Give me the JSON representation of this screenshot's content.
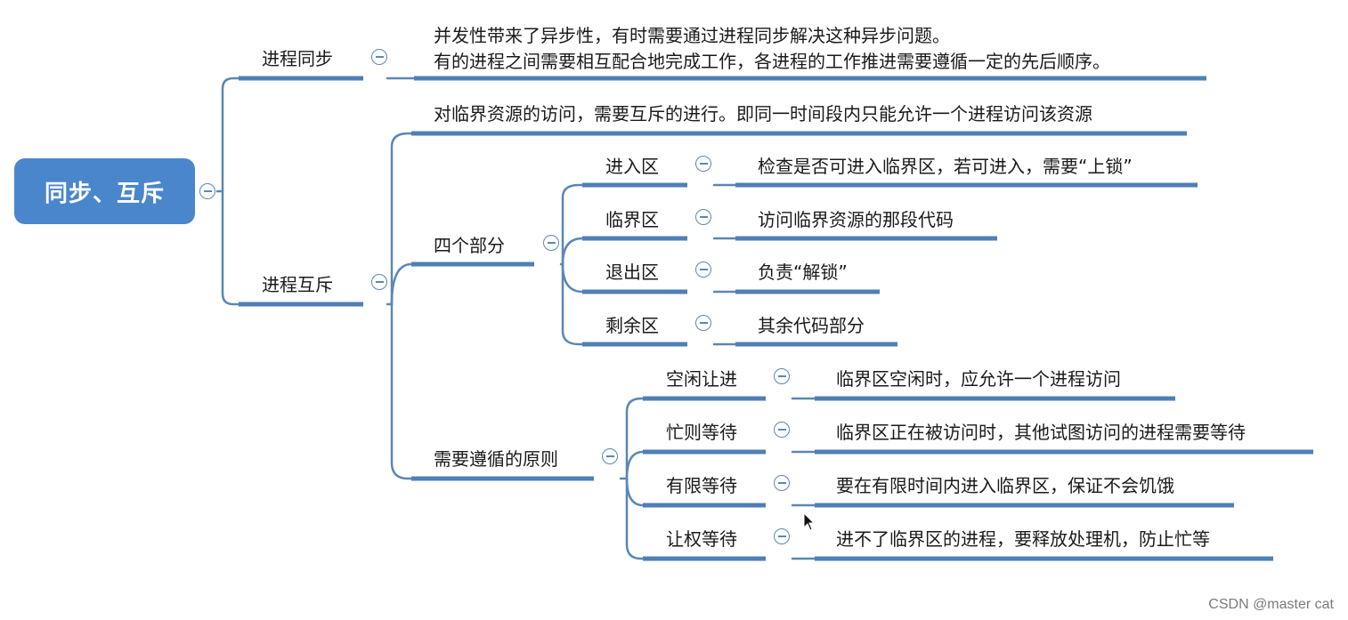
{
  "root": {
    "label": "同步、互斥"
  },
  "sync": {
    "label": "进程同步",
    "details": [
      "并发性带来了异步性，有时需要通过进程同步解决这种异步问题。",
      "有的进程之间需要相互配合地完成工作，各进程的工作推进需要遵循一定的先后顺序。"
    ]
  },
  "mutex": {
    "label": "进程互斥",
    "definition": "对临界资源的访问，需要互斥的进行。即同一时间段内只能允许一个进程访问该资源",
    "four_parts": {
      "label": "四个部分",
      "items": [
        {
          "label": "进入区",
          "desc": "检查是否可进入临界区，若可进入，需要“上锁”"
        },
        {
          "label": "临界区",
          "desc": "访问临界资源的那段代码"
        },
        {
          "label": "退出区",
          "desc": "负责“解锁”"
        },
        {
          "label": "剩余区",
          "desc": "其余代码部分"
        }
      ]
    },
    "principles": {
      "label": "需要遵循的原则",
      "items": [
        {
          "label": "空闲让进",
          "desc": "临界区空闲时，应允许一个进程访问"
        },
        {
          "label": "忙则等待",
          "desc": "临界区正在被访问时，其他试图访问的进程需要等待"
        },
        {
          "label": "有限等待",
          "desc": "要在有限时间内进入临界区，保证不会饥饿"
        },
        {
          "label": "让权等待",
          "desc": "进不了临界区的进程，要释放处理机，防止忙等"
        }
      ]
    }
  },
  "watermark": "CSDN @master cat",
  "colors": {
    "root_fill": "#4a86cb",
    "line": "#5b87b5"
  },
  "icons": {
    "collapse": "minus-circle-icon",
    "cursor": "mouse-pointer-icon"
  }
}
